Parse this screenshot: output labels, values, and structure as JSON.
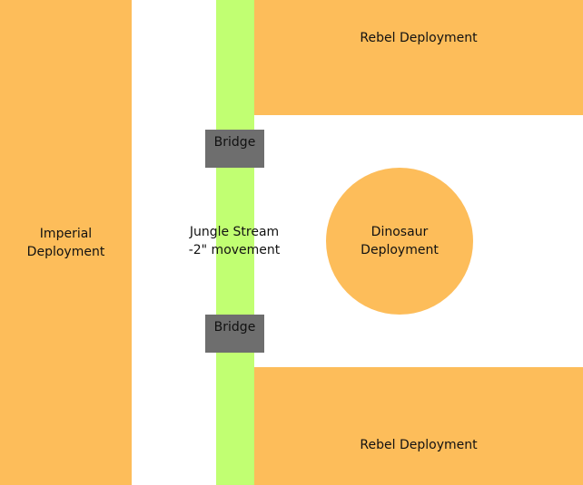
{
  "zones": {
    "imperial": "Imperial\nDeployment",
    "rebel_top": "Rebel Deployment",
    "rebel_bottom": "Rebel Deployment",
    "dinosaur": "Dinosaur\nDeployment",
    "stream_name": "Jungle Stream",
    "stream_effect": "-2\" movement",
    "bridge_top": "Bridge",
    "bridge_bottom": "Bridge"
  },
  "colors": {
    "deployment": "#FDBD5A",
    "stream": "#C1FF72",
    "bridge": "#6E6E6E"
  }
}
